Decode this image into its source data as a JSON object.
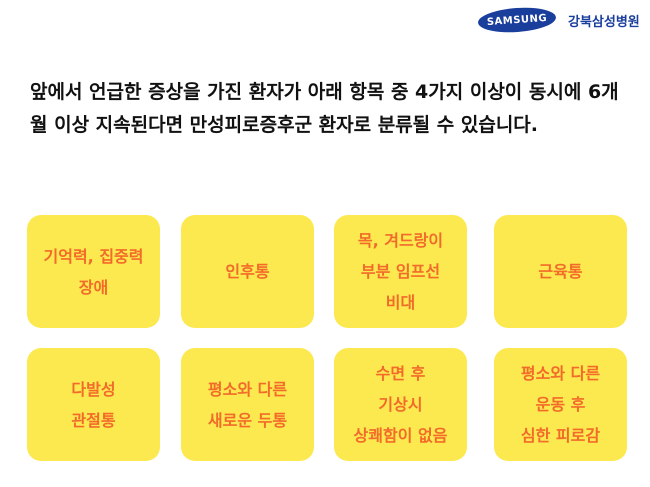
{
  "logo": {
    "brand": "SAMSUNG",
    "hospital": "강북삼성병원"
  },
  "intro": "앞에서 언급한 증상을 가진 환자가 아래 항목 중 4가지 이상이 동시에 6개월 이상 지속된다면 만성피로증후군 환자로 분류될 수 있습니다.",
  "cards": [
    "기억력, 집중력\n장애",
    "인후통",
    "목, 겨드랑이\n부분 임프선\n비대",
    "근육통",
    "다발성\n관절통",
    "평소와 다른\n새로운 두통",
    "수면 후\n기상시\n상쾌함이 없음",
    "평소와 다른\n운동 후\n심한 피로감"
  ],
  "colors": {
    "card": "#fce94f",
    "text": "#f26b2a",
    "brand": "#1a3e9c"
  }
}
